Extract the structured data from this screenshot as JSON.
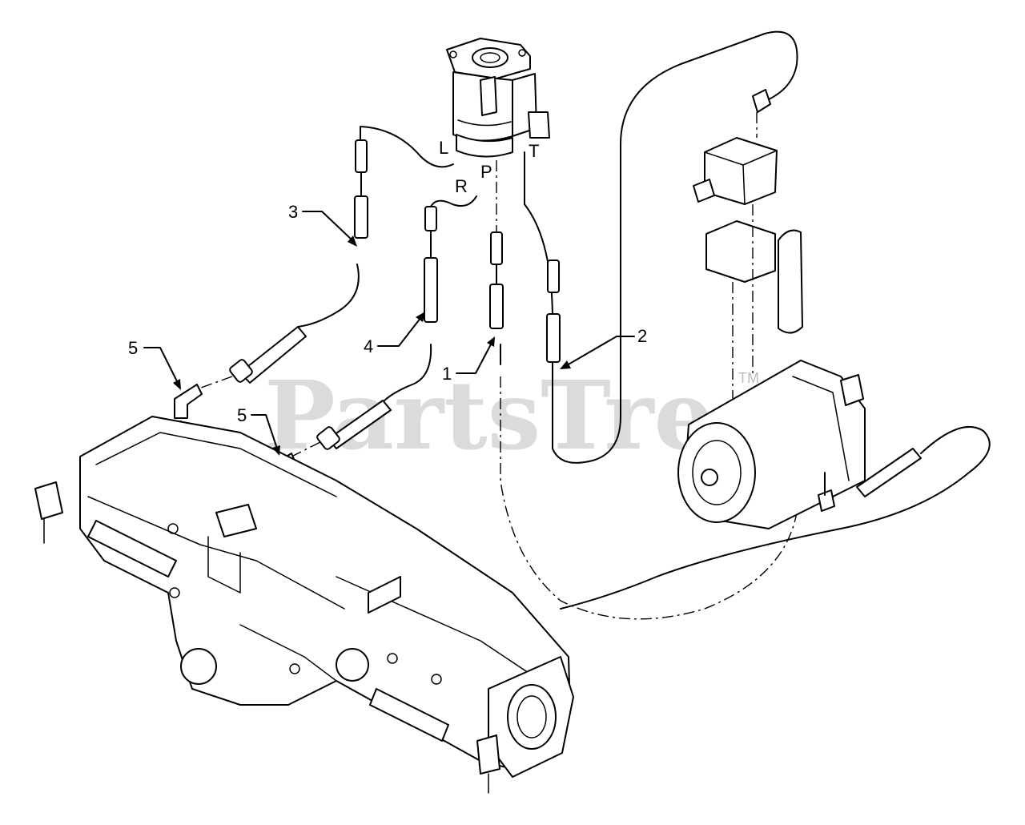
{
  "callouts": [
    {
      "id": "callout-1",
      "text": "1"
    },
    {
      "id": "callout-2",
      "text": "2"
    },
    {
      "id": "callout-3",
      "text": "3"
    },
    {
      "id": "callout-4",
      "text": "4"
    },
    {
      "id": "callout-5a",
      "text": "5"
    },
    {
      "id": "callout-5b",
      "text": "5"
    }
  ],
  "port_labels": {
    "l": "L",
    "r": "R",
    "p": "P",
    "t": "T"
  },
  "watermark": {
    "text": "PartsTree",
    "trademark": "TM"
  }
}
